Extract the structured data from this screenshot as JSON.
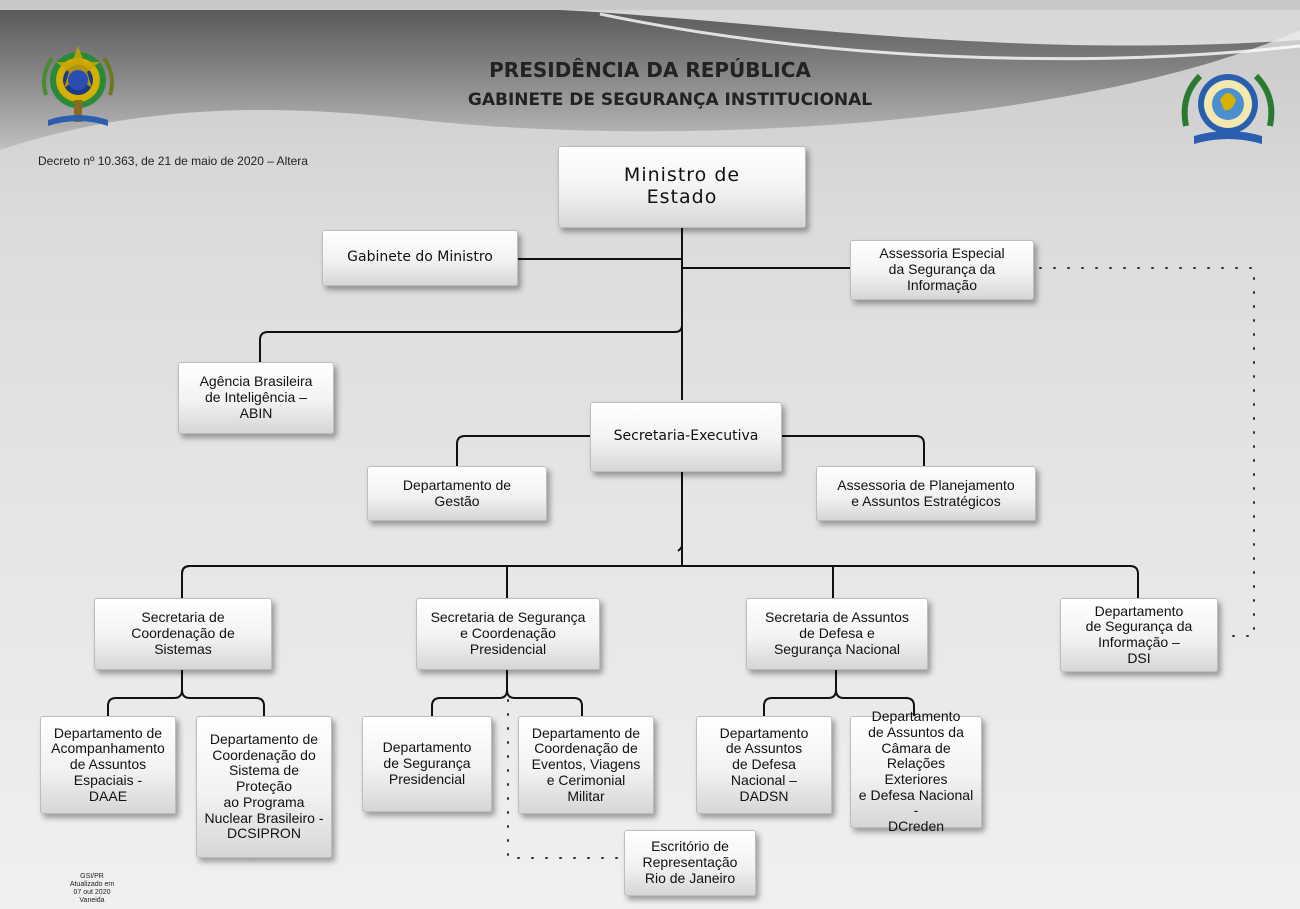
{
  "header": {
    "title": "PRESIDÊNCIA DA REPÚBLICA",
    "subtitle": "GABINETE DE SEGURANÇA INSTITUCIONAL",
    "decree": "Decreto nº 10.363, de 21 de maio de 2020 – Altera"
  },
  "emblems": {
    "left": "brazil-coat-of-arms-icon",
    "right": "gsi-emblem-icon"
  },
  "org": {
    "ministro": "Ministro de\nEstado",
    "gabinete": "Gabinete do Ministro",
    "assessoria_especial": "Assessoria Especial\nda Segurança da\nInformação",
    "abin": "Agência Brasileira\nde Inteligência –\nABIN",
    "secretaria_executiva": "Secretaria-Executiva",
    "departamento_gestao": "Departamento de\nGestão",
    "assessoria_planejamento": "Assessoria de Planejamento\ne Assuntos Estratégicos",
    "sec_coord_sistemas": "Secretaria de\nCoordenação de\nSistemas",
    "sec_seg_presidencial": "Secretaria de Segurança\ne Coordenação\nPresidencial",
    "sec_defesa": "Secretaria de Assuntos\nde Defesa e\nSegurança Nacional",
    "dsi": "Departamento\nde Segurança da\nInformação –\nDSI",
    "daae": "Departamento de\nAcompanhamento\nde Assuntos\nEspaciais -\nDAAE",
    "dcsipron": "Departamento de\nCoordenação do\nSistema de\nProteção\nao Programa\nNuclear Brasileiro -\nDCSIPRON",
    "dept_seg_presidencial": "Departamento\nde Segurança\nPresidencial",
    "dept_eventos": "Departamento de\nCoordenação de\nEventos, Viagens\ne Cerimonial\nMilitar",
    "escritorio_rj": "Escritório de\nRepresentação\nRio de Janeiro",
    "dadsn": "Departamento\nde Assuntos\nde Defesa\nNacional –\nDADSN",
    "dcreden": "Departamento\nde Assuntos da\nCâmara de\nRelações Exteriores\ne Defesa Nacional -\nDCreden"
  },
  "footer": {
    "line1": "GSI/PR",
    "line2": "Atualizado em",
    "line3": "07 out 2020",
    "line4": "Vaneida"
  }
}
